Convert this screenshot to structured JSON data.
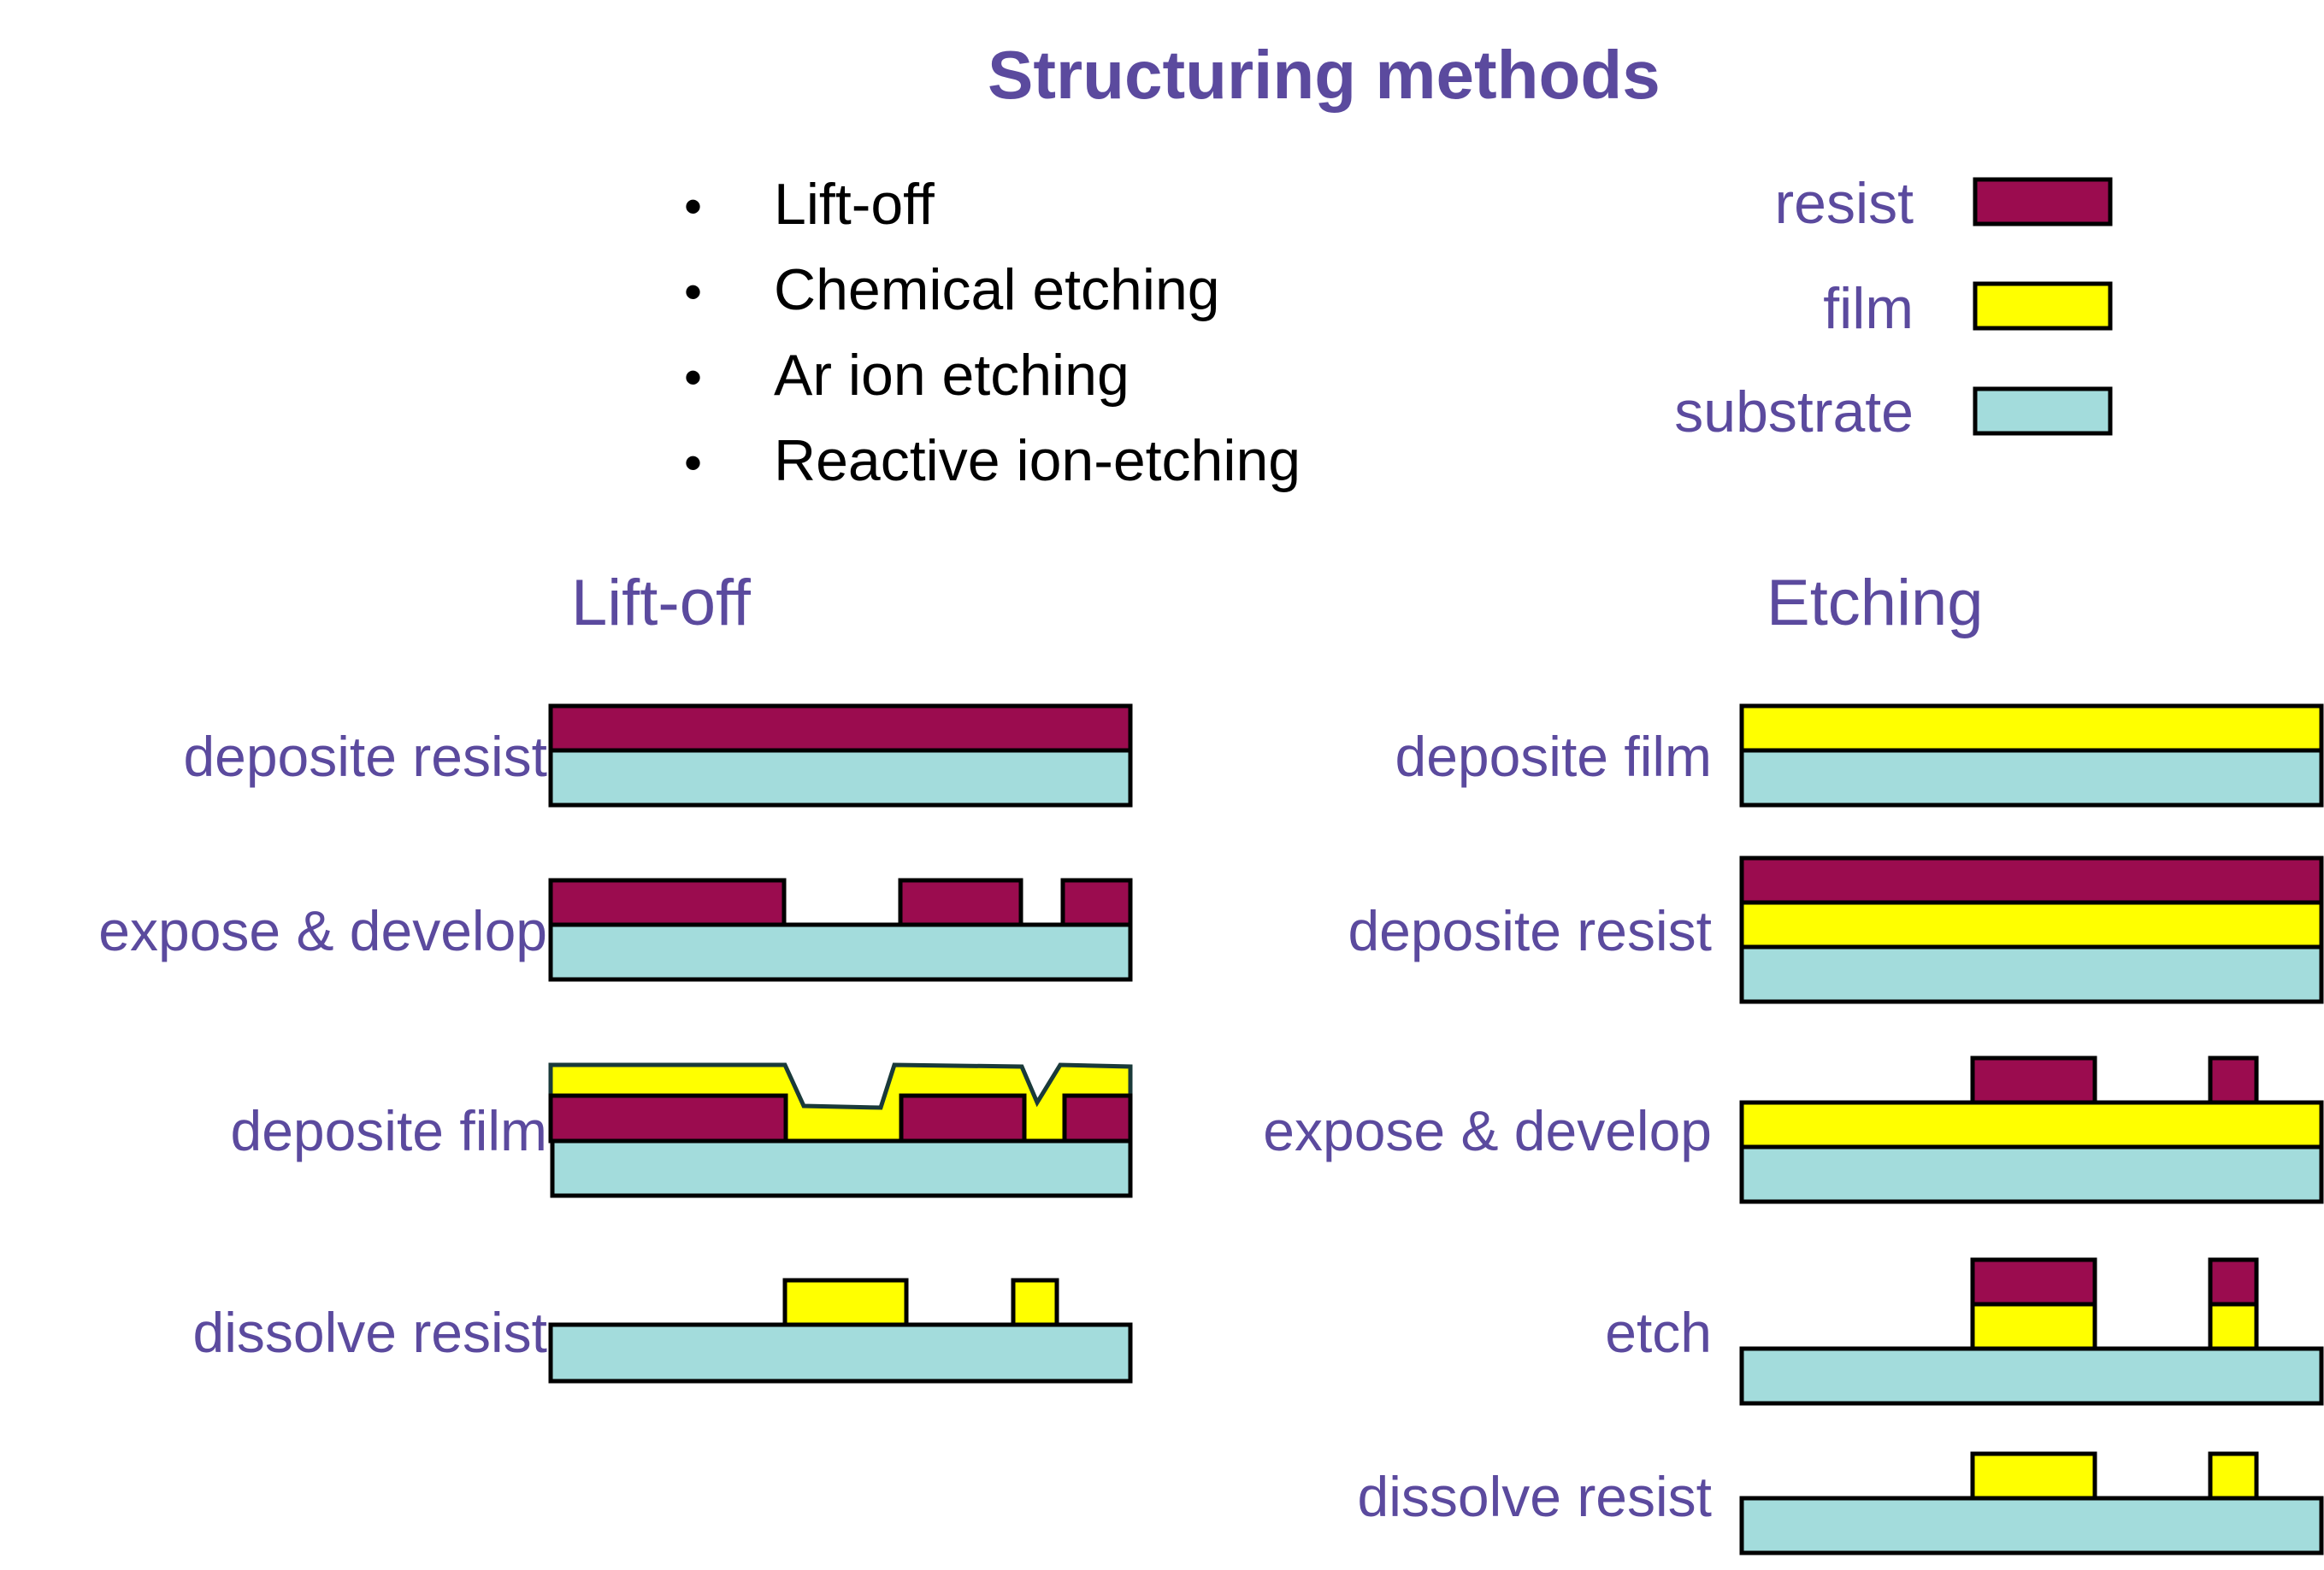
{
  "title": "Structuring methods",
  "bullets": [
    "Lift-off",
    "Chemical etching",
    "Ar ion etching",
    "Reactive ion-etching"
  ],
  "legend": [
    {
      "label": "resist",
      "color": "#9b0c4f"
    },
    {
      "label": "film",
      "color": "#ffff00"
    },
    {
      "label": "substrate",
      "color": "#a3dcdc"
    }
  ],
  "colors": {
    "text_accent": "#5b4a9e",
    "outline": "#000000",
    "film_edge": "#1a3a3a"
  },
  "liftoff": {
    "heading": "Lift-off",
    "steps": [
      "deposite resist",
      "expose & develop",
      "deposite film",
      "dissolve resist"
    ]
  },
  "etching": {
    "heading": "Etching",
    "steps": [
      "deposite film",
      "deposite resist",
      "expose & develop",
      "etch",
      "dissolve resist"
    ]
  }
}
